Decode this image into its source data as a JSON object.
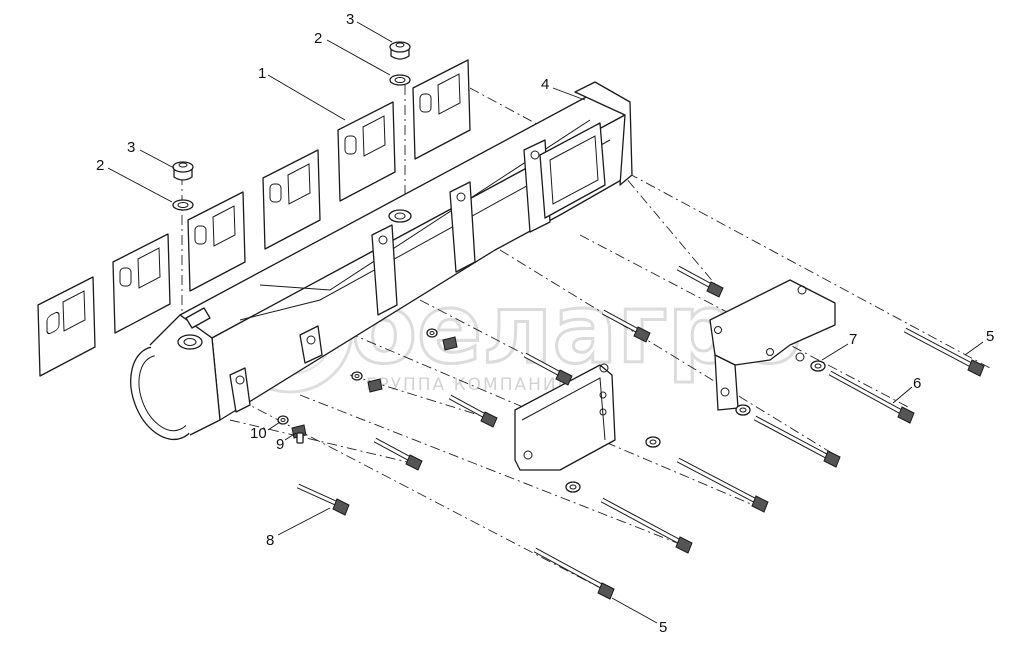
{
  "watermark": {
    "brand": "белагро",
    "subtitle": "ГРУППА КОМПАНИЙ"
  },
  "callouts": [
    {
      "id": "c1",
      "label": "1"
    },
    {
      "id": "c2a",
      "label": "2"
    },
    {
      "id": "c3a",
      "label": "3"
    },
    {
      "id": "c2b",
      "label": "2"
    },
    {
      "id": "c3b",
      "label": "3"
    },
    {
      "id": "c4",
      "label": "4"
    },
    {
      "id": "c5a",
      "label": "5"
    },
    {
      "id": "c5b",
      "label": "5"
    },
    {
      "id": "c6",
      "label": "6"
    },
    {
      "id": "c7",
      "label": "7"
    },
    {
      "id": "c8",
      "label": "8"
    },
    {
      "id": "c9",
      "label": "9"
    },
    {
      "id": "c10",
      "label": "10"
    }
  ]
}
